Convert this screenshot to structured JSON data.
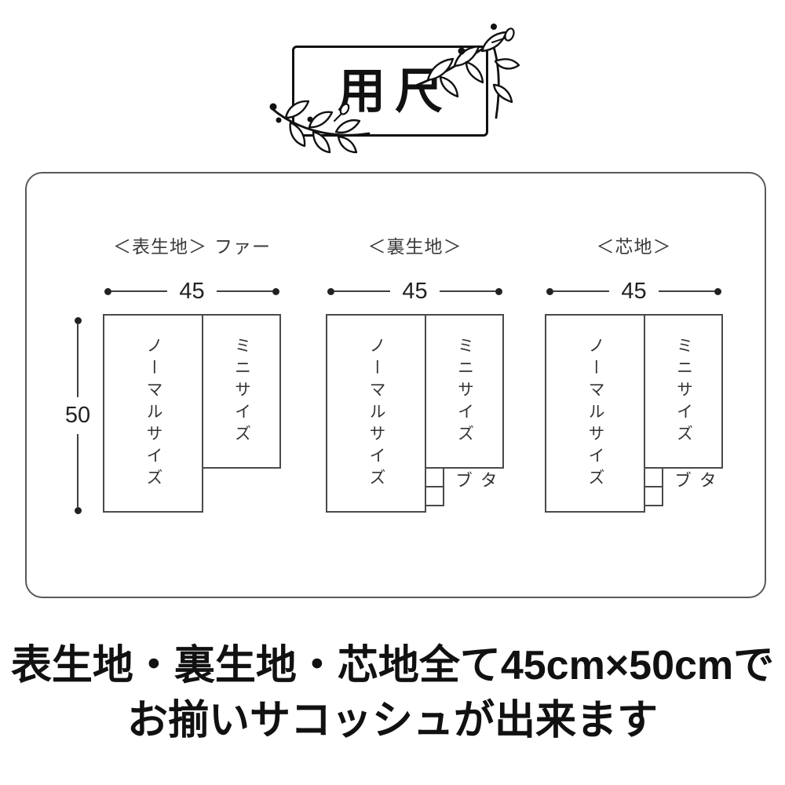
{
  "title": {
    "text": "用尺"
  },
  "section": {
    "panels": [
      {
        "label": "＜表生地＞",
        "note": "ファー",
        "width_value": "45",
        "height_value": "50",
        "normal_label": "ノーマルサイズ",
        "mini_label": "ミニサイズ",
        "tab_label": "",
        "has_tabs": false,
        "has_height_dim": true
      },
      {
        "label": "＜裏生地＞",
        "note": "",
        "width_value": "45",
        "height_value": "",
        "normal_label": "ノーマルサイズ",
        "mini_label": "ミニサイズ",
        "tab_label": "タブ",
        "has_tabs": true,
        "has_height_dim": false
      },
      {
        "label": "＜芯地＞",
        "note": "",
        "width_value": "45",
        "height_value": "",
        "normal_label": "ノーマルサイズ",
        "mini_label": "ミニサイズ",
        "tab_label": "タブ",
        "has_tabs": true,
        "has_height_dim": false
      }
    ]
  },
  "caption": {
    "line1": "表生地・裏生地・芯地全て45cm×50cmで",
    "line2": "お揃いサコッシュが出来ます"
  },
  "colors": {
    "ink": "#111111",
    "line": "#3f3f3f",
    "frame": "#58595b",
    "label": "#3a3a3a"
  }
}
